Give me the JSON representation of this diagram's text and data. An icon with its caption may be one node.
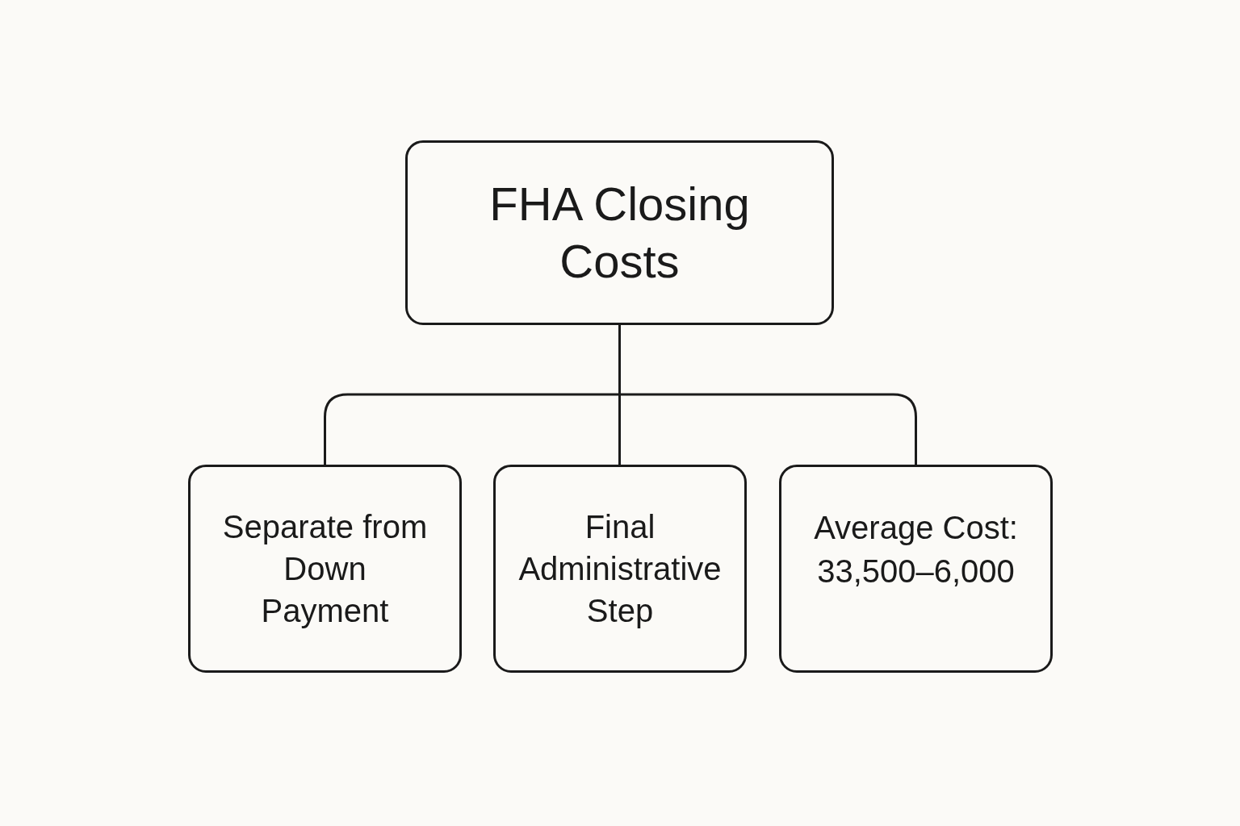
{
  "diagram": {
    "nodes": [
      {
        "text": [
          "FHA Closing Costs"
        ]
      },
      {
        "text": [
          "Separate from Down Payment"
        ]
      },
      {
        "text": [
          "Final Administrative Step"
        ]
      },
      {
        "text": [
          "Average Cost: 33,500–6,000"
        ]
      }
    ],
    "edges": [
      {
        "from": 0,
        "to": 1,
        "arrow": "none"
      },
      {
        "from": 0,
        "to": 2,
        "arrow": "none"
      },
      {
        "from": 0,
        "to": 3,
        "arrow": "none"
      }
    ]
  }
}
